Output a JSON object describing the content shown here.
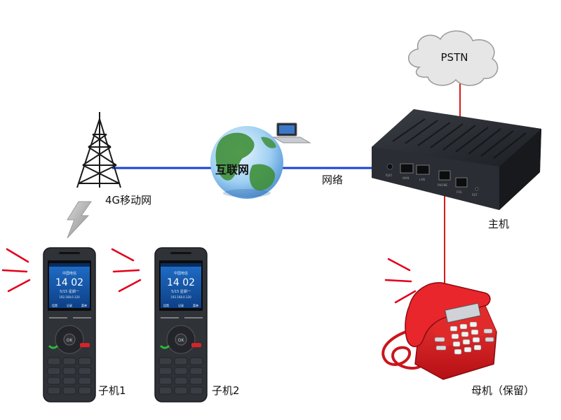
{
  "diagram": {
    "pstn_label": "PSTN",
    "internet_label": "互联网",
    "network_label": "网络",
    "mobile_label": "4G移动网",
    "host_label": "主机",
    "handset1_label": "子机1",
    "handset2_label": "子机2",
    "base_phone_label": "母机（保留）",
    "handset_screen": {
      "time": "14 02",
      "carrier": "中国电信",
      "date": "5/15 星期一",
      "ip": "192.168.0.120",
      "softkeys": [
        "话筒",
        "记录",
        "菜单"
      ],
      "ok": "OK"
    },
    "ports": [
      "RJ45",
      "WAN",
      "LAN",
      "PHONE",
      "FXS",
      "RST"
    ],
    "link_colors": {
      "internet": "#1640d8",
      "telephone": "#d81a1a"
    }
  }
}
